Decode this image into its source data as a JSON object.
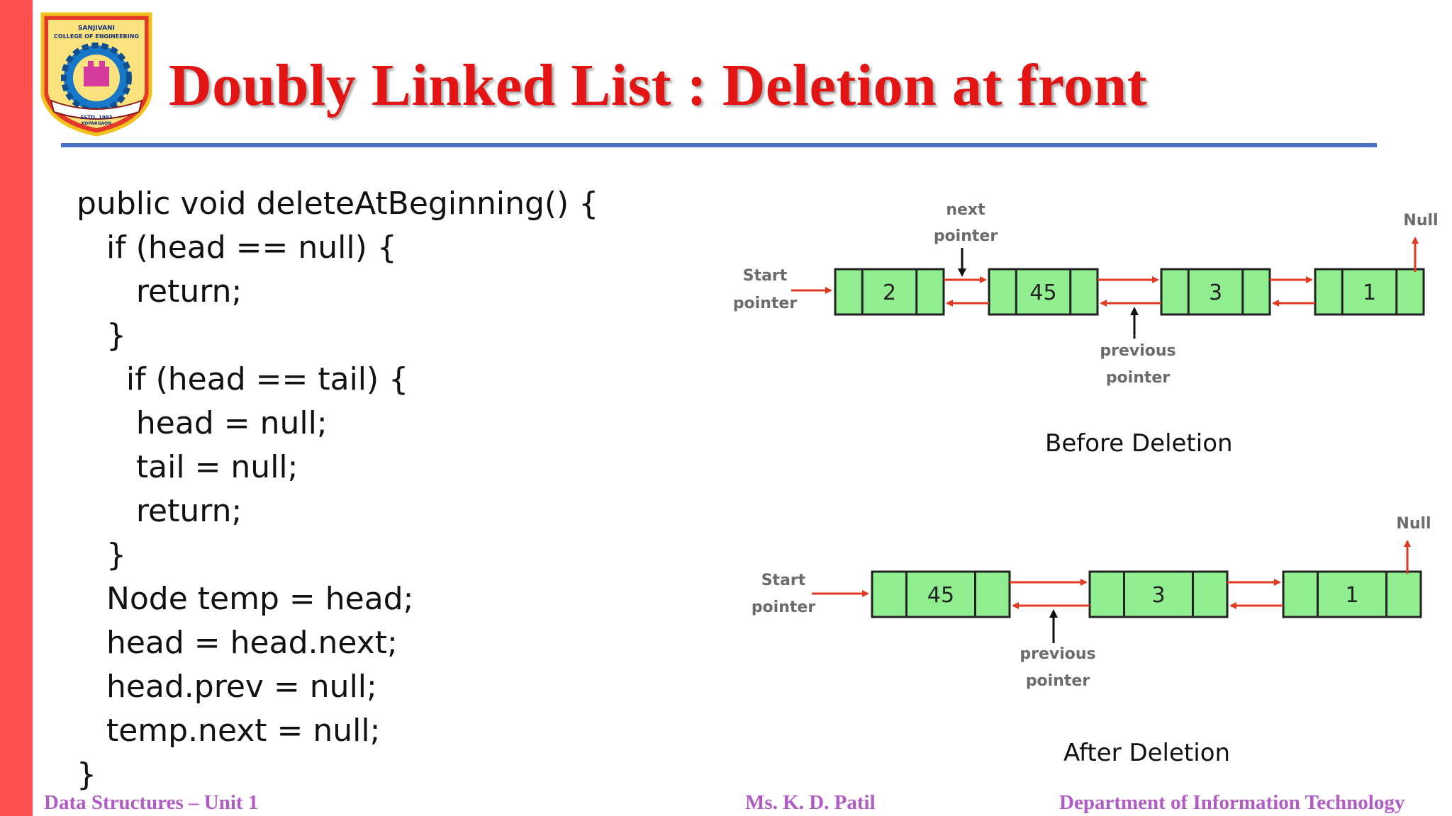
{
  "slide": {
    "title": "Doubly Linked List :  Deletion at front",
    "accent_color": "#e21414",
    "rule_color": "#4a72c2",
    "sidebar_color": "#ff4f4f"
  },
  "logo": {
    "icon": "college-logo-icon",
    "name_line1": "SANJIVANI",
    "name_line2": "COLLEGE OF ENGINEERING",
    "estd": "ESTD. 1983",
    "place": "KOPARGAON"
  },
  "code": {
    "lines": [
      "public void deleteAtBeginning() {",
      "   if (head == null) {",
      "      return;",
      "   }",
      "     if (head == tail) {",
      "      head = null;",
      "      tail = null;",
      "      return;",
      "   }",
      "   Node temp = head;",
      "   head = head.next;",
      "   head.prev = null;",
      "   temp.next = null;",
      "}"
    ]
  },
  "before_diagram": {
    "caption": "Before Deletion",
    "start_label_1": "Start",
    "start_label_2": "pointer",
    "next_label_1": "next",
    "next_label_2": "pointer",
    "prev_label_1": "previous",
    "prev_label_2": "pointer",
    "null_label": "Null",
    "nodes": [
      "2",
      "45",
      "3",
      "1"
    ]
  },
  "after_diagram": {
    "caption": "After Deletion",
    "start_label_1": "Start",
    "start_label_2": "pointer",
    "prev_label_1": "previous",
    "prev_label_2": "pointer",
    "null_label": "Null",
    "nodes": [
      "45",
      "3",
      "1"
    ]
  },
  "footer": {
    "left": "Data Structures – Unit 1",
    "center": "Ms. K. D. Patil",
    "right": "Department of Information Technology"
  },
  "diagram_colors": {
    "node_fill": "#90ee90",
    "arrow": "#e03a22"
  }
}
